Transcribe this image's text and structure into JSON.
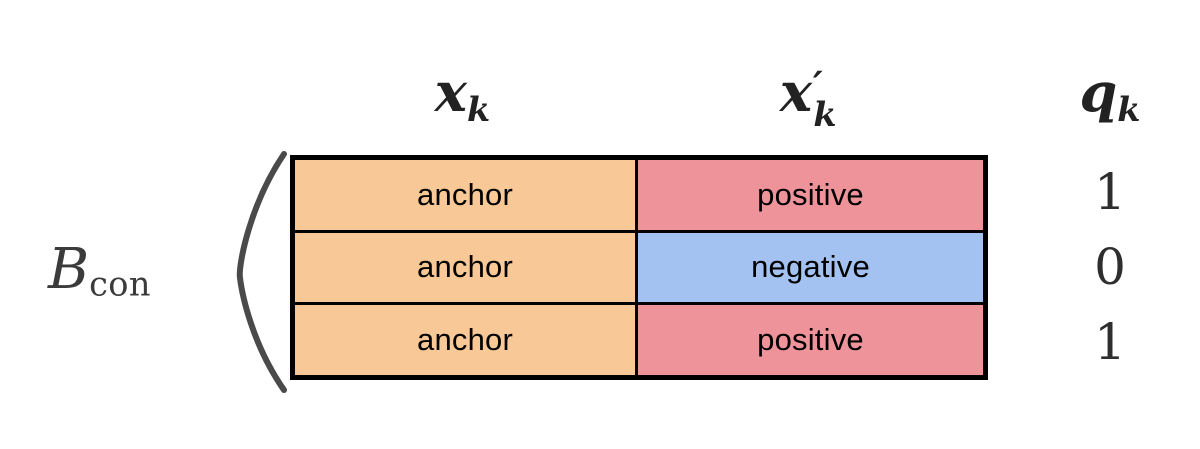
{
  "figure": {
    "background_color": "#ffffff",
    "row_label": {
      "base": "B",
      "subscript": "con"
    },
    "columns": [
      {
        "id": "x",
        "base": "x",
        "subscript": "k",
        "prime": false
      },
      {
        "id": "xp",
        "base": "x",
        "subscript": "k",
        "prime": true,
        "prime_glyph": "′"
      },
      {
        "id": "q",
        "base": "q",
        "subscript": "k",
        "prime": false
      }
    ],
    "bracket": {
      "type": "left-paren",
      "color": "#4a4a4a"
    },
    "colors": {
      "anchor": "#f8c896",
      "positive": "#ee9399",
      "negative": "#a3c2f2",
      "border": "#000000",
      "text": "#000000"
    },
    "rows": [
      {
        "anchor": "anchor",
        "pair": "positive",
        "pair_type": "positive",
        "q": "1"
      },
      {
        "anchor": "anchor",
        "pair": "negative",
        "pair_type": "negative",
        "q": "0"
      },
      {
        "anchor": "anchor",
        "pair": "positive",
        "pair_type": "positive",
        "q": "1"
      }
    ]
  }
}
